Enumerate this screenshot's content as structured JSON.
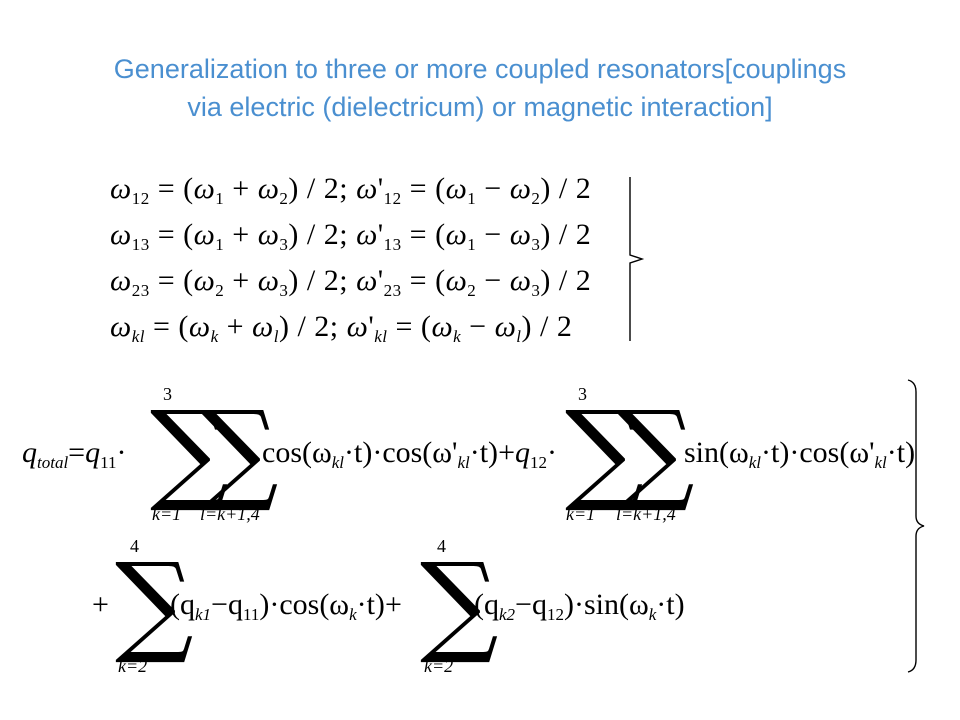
{
  "title": {
    "line1": "Generalization to three or more coupled resonators[couplings",
    "line2": "via electric (dielectricum) or magnetic interaction]"
  },
  "definitions": [
    {
      "sym": "ω",
      "a": "1",
      "b": "2",
      "pair": "12",
      "op": "+"
    },
    {
      "sym": "ω",
      "a": "1",
      "b": "3",
      "pair": "13",
      "op": "+"
    },
    {
      "sym": "ω",
      "a": "2",
      "b": "3",
      "pair": "23",
      "op": "+"
    },
    {
      "sym": "ω",
      "a": "k",
      "b": "l",
      "pair": "kl",
      "op": "+"
    }
  ],
  "formula": {
    "lhs": "q",
    "lhs_sub": "total",
    "q11": "q",
    "q11_sub": "11",
    "q12": "q",
    "q12_sub": "12",
    "sum1_upper": "3",
    "sum1_lower_k": "k=1",
    "sum1_lower_l": "l=k+1,4",
    "sum2_upper": "3",
    "sum2_lower_k": "k=1",
    "sum2_lower_l": "l=k+1,4",
    "term1": "cos(ω",
    "term1_sub": "kl",
    "term1_rest": "·t)·cos(ω'",
    "term1_sub2": "kl",
    "term1_end": "·t)",
    "term2": "sin(ω",
    "term2_sub": "kl",
    "term2_rest": "·t)·cos(ω'",
    "term2_sub2": "kl",
    "term2_end": "·t)",
    "sum3_upper": "4",
    "sum3_lower": "k=2",
    "sum4_upper": "4",
    "sum4_lower": "k=2",
    "term3": "(q",
    "term3_sub": "k1",
    "term3_mid": "−q",
    "term3_sub2": "11",
    "term3_rest": ")·cos(ω",
    "term3_sub3": "k",
    "term3_end": "·t)",
    "term4": "(q",
    "term4_sub": "k2",
    "term4_mid": "−q",
    "term4_sub2": "12",
    "term4_rest": ")·sin(ω",
    "term4_sub3": "k",
    "term4_end": "·t)"
  }
}
